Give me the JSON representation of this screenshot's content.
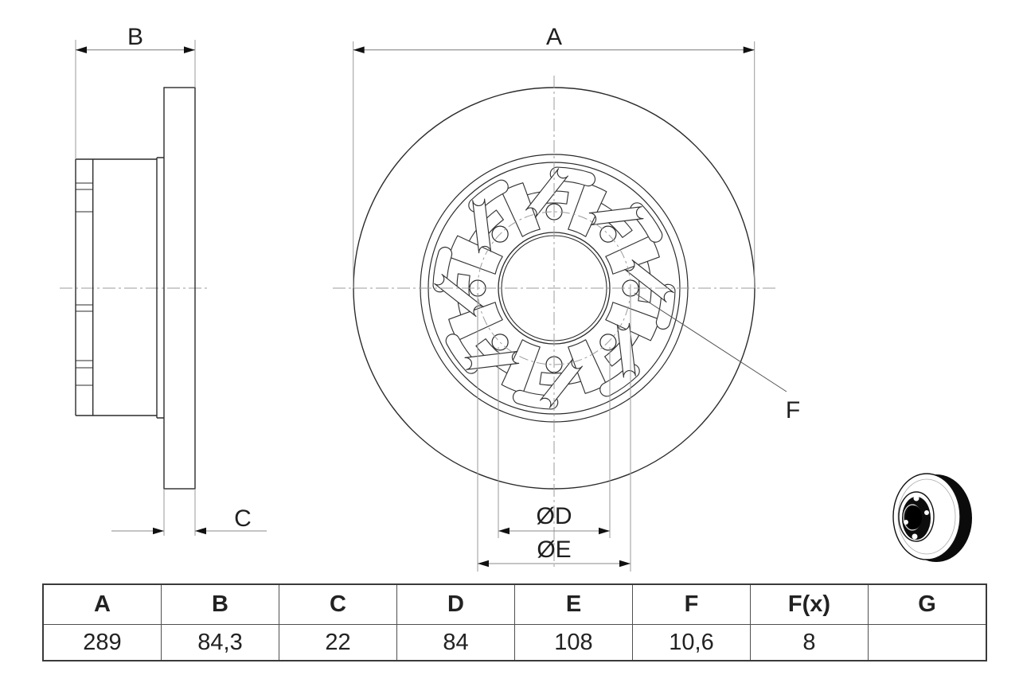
{
  "drawing": {
    "dims": {
      "a": "A",
      "b": "B",
      "c": "C",
      "od": "ØD",
      "oe": "ØE",
      "f": "F"
    },
    "views": {
      "side_view": "side-section-view",
      "front_view": "front-view",
      "icon": "brake-disc-photo-icon"
    }
  },
  "table": {
    "headers": [
      "A",
      "B",
      "C",
      "D",
      "E",
      "F",
      "F(x)",
      "G"
    ],
    "values": [
      "289",
      "84,3",
      "22",
      "84",
      "108",
      "10,6",
      "8",
      ""
    ]
  },
  "colors": {
    "line": "#2b2b2b",
    "pattern_line": "#333333",
    "dimension_line": "#888888",
    "extension_line": "#999999",
    "centerline": "#9b9b9b",
    "arrowhead": "#111111",
    "text": "#1f1f1f",
    "table_border": "#4f4f4f",
    "background": "#ffffff"
  }
}
